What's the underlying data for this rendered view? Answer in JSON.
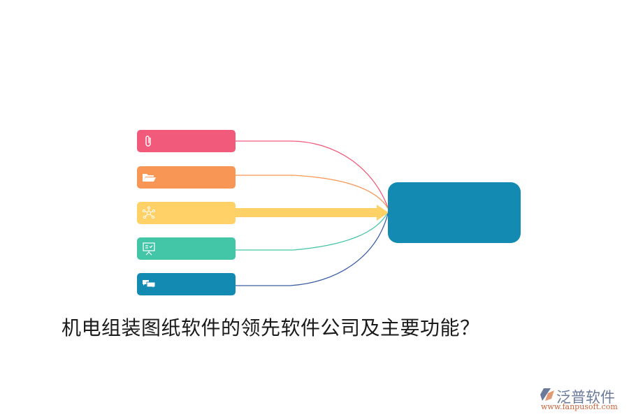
{
  "diagram": {
    "title": "机电组装图纸软件的领先软件公司及主要功能？",
    "items": [
      {
        "icon": "paperclip-icon",
        "color": "#f25a7c"
      },
      {
        "icon": "folder-open-icon",
        "color": "#f79655"
      },
      {
        "icon": "network-icon",
        "color": "#ffd166"
      },
      {
        "icon": "presentation-board-icon",
        "color": "#43c5a7"
      },
      {
        "icon": "chat-bubbles-icon",
        "color": "#128ab2"
      }
    ],
    "hub": {
      "color": "#128ab2"
    },
    "connector_colors": [
      "#f25a7c",
      "#f79655",
      "#ffd166",
      "#43c5a7",
      "#3a5fa6"
    ]
  },
  "watermark": {
    "brand": "泛普软件",
    "url": "www.fanpusoft.com"
  }
}
